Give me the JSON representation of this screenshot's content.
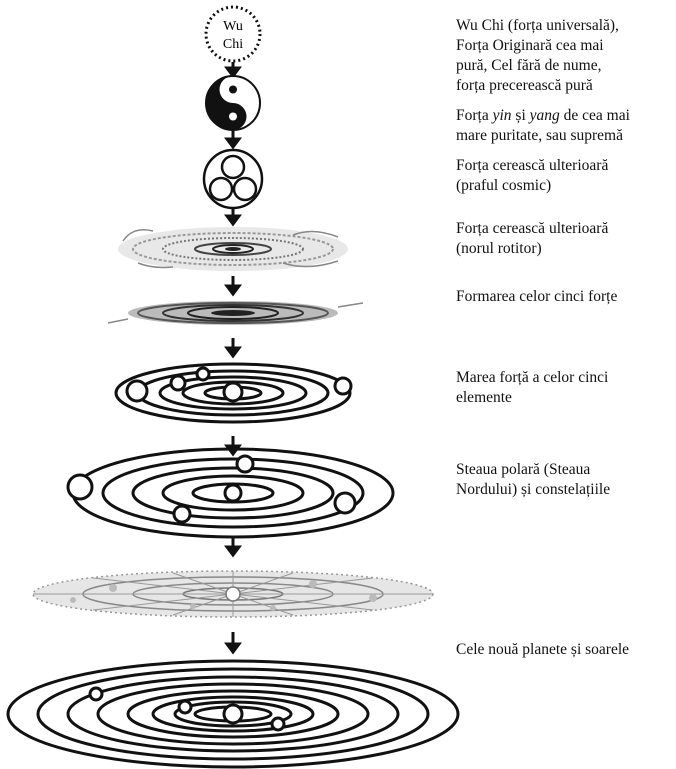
{
  "top_label": {
    "line1": "Wu",
    "line2": "Chi"
  },
  "captions": [
    {
      "lines": [
        "Wu Chi (forța universală),",
        "Forța Originară cea mai",
        "pură, Cel fără de nume,",
        "forța precerească pură"
      ]
    },
    {
      "line1_a": "Forța ",
      "line1_yin": "yin",
      "line1_b": " și ",
      "line1_yang": "yang",
      "line1_c": " de cea mai",
      "line2": "mare puritate, sau supremă"
    },
    {
      "lines": [
        "Forța cerească ulterioară",
        "(praful cosmic)"
      ]
    },
    {
      "lines": [
        "Forța cerească ulterioară",
        "(norul rotitor)"
      ]
    },
    {
      "lines": [
        "Formarea celor cinci forțe"
      ]
    },
    {
      "lines": [
        "Marea forță a celor cinci",
        "elemente"
      ]
    },
    {
      "lines": [
        "Steaua polară (Steaua",
        "Nordului) și constelațiile"
      ]
    },
    {
      "lines": [
        "Cele nouă planete și soarele"
      ]
    }
  ],
  "colors": {
    "ink": "#111111",
    "paper": "#ffffff",
    "dust": "#8a8a8a"
  },
  "icons": [
    "wu-chi-circle",
    "yin-yang-icon",
    "three-circles-icon",
    "cosmic-dust-icon",
    "spinning-cloud-icon",
    "five-forces-orbit-icon",
    "five-elements-orbit-icon",
    "polar-star-constellations-icon",
    "nine-planets-sun-icon"
  ]
}
